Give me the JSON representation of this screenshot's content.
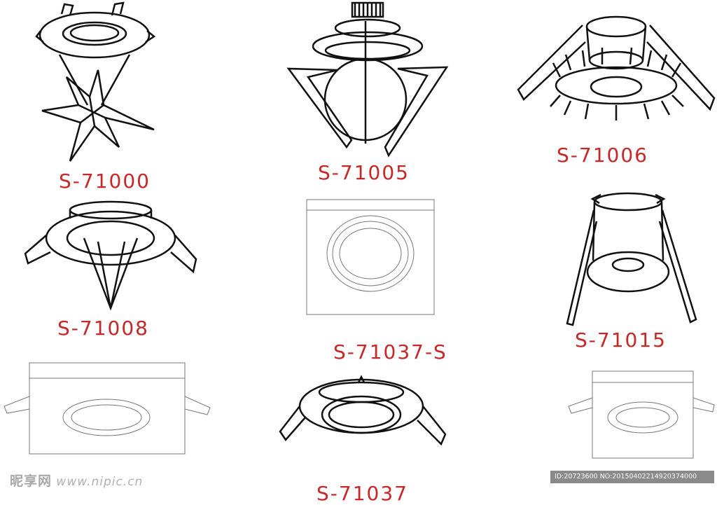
{
  "label_color": "#c62828",
  "products": [
    {
      "code": "S-71000"
    },
    {
      "code": "S-71005"
    },
    {
      "code": "S-71006"
    },
    {
      "code": "S-71008"
    },
    {
      "code": "S-71037-S"
    },
    {
      "code": "S-71015"
    },
    {
      "code": "S-71037"
    }
  ],
  "watermark": {
    "brand": "昵享网",
    "url": "www.nipic.cn"
  },
  "image_id": "ID:20723600 NO:20150402214920374000"
}
